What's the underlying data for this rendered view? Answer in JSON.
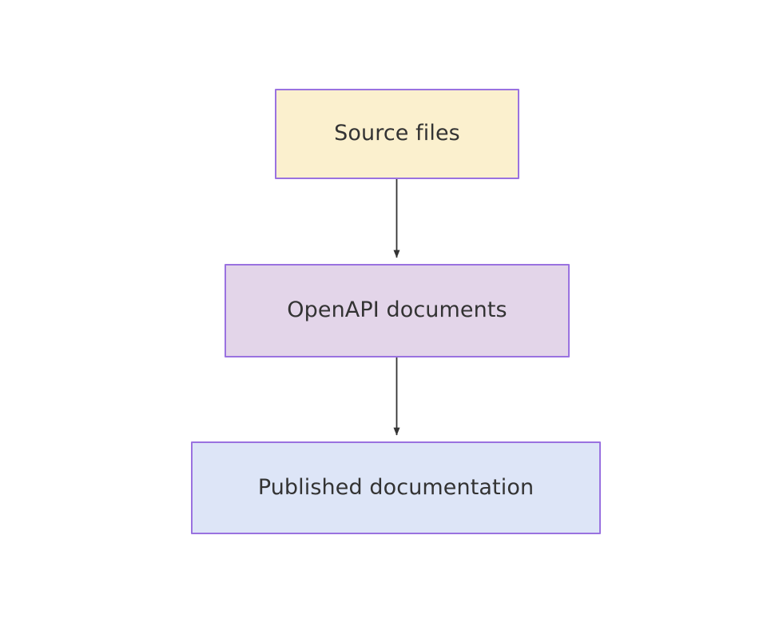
{
  "diagram": {
    "type": "flowchart",
    "direction": "top-to-bottom",
    "background_color": "#FFFFFF",
    "label_color": "#333333",
    "edge_color": "#333333",
    "nodes": [
      {
        "id": "source-files",
        "label": "Source files",
        "fill_color": "#FBF0CE",
        "border_color": "#9A72E0"
      },
      {
        "id": "openapi-documents",
        "label": "OpenAPI documents",
        "fill_color": "#E3D5E9",
        "border_color": "#9A72E0"
      },
      {
        "id": "published-documentation",
        "label": "Published documentation",
        "fill_color": "#DDE5F7",
        "border_color": "#9A72E0"
      }
    ],
    "edges": [
      {
        "id": "edge-1",
        "from": "source-files",
        "to": "openapi-documents",
        "label": ""
      },
      {
        "id": "edge-2",
        "from": "openapi-documents",
        "to": "published-documentation",
        "label": ""
      }
    ]
  }
}
